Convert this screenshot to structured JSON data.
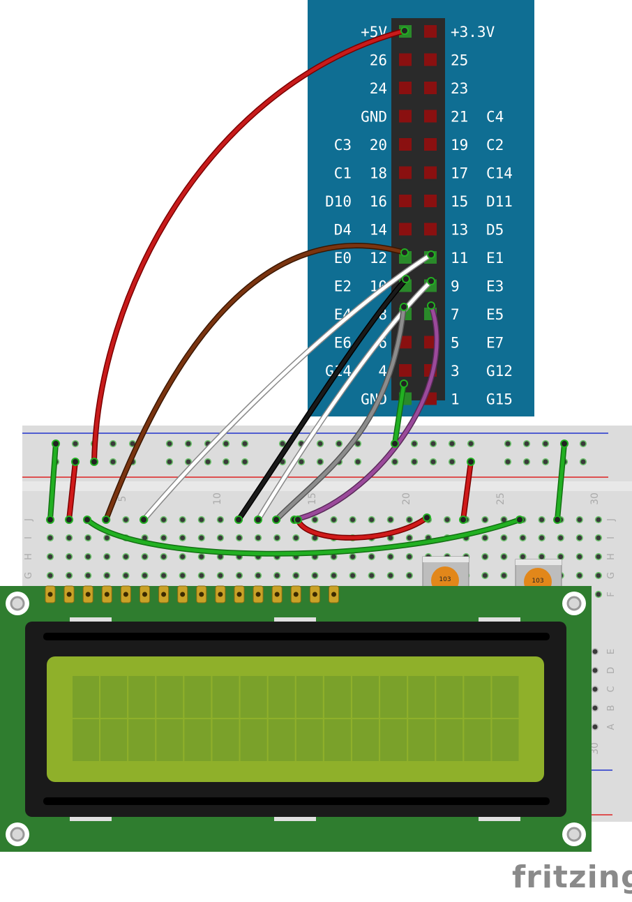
{
  "header": {
    "left_labels": [
      [
        "",
        "+5V"
      ],
      [
        "",
        "26"
      ],
      [
        "",
        "24"
      ],
      [
        "",
        "GND"
      ],
      [
        "C3",
        "20"
      ],
      [
        "C1",
        "18"
      ],
      [
        "D10",
        "16"
      ],
      [
        "D4",
        "14"
      ],
      [
        "E0",
        "12"
      ],
      [
        "E2",
        "10"
      ],
      [
        "E4",
        "8"
      ],
      [
        "E6",
        "6"
      ],
      [
        "G14",
        "4"
      ],
      [
        "",
        "GND"
      ]
    ],
    "right_labels": [
      [
        "+3.3V",
        ""
      ],
      [
        "25",
        ""
      ],
      [
        "23",
        ""
      ],
      [
        "21",
        "C4"
      ],
      [
        "19",
        "C2"
      ],
      [
        "17",
        "C14"
      ],
      [
        "15",
        "D11"
      ],
      [
        "13",
        "D5"
      ],
      [
        "11",
        "E1"
      ],
      [
        "9",
        "E3"
      ],
      [
        "7",
        "E5"
      ],
      [
        "5",
        "E7"
      ],
      [
        "3",
        "G12"
      ],
      [
        "1",
        "G15"
      ]
    ]
  },
  "breadboard": {
    "column_numbers": [
      "5",
      "10",
      "15",
      "20",
      "25",
      "30"
    ],
    "row_letters_top": [
      "J",
      "I",
      "H",
      "G",
      "F"
    ],
    "row_letters_side": [
      "E",
      "D",
      "C",
      "B",
      "A"
    ],
    "side_number": "30"
  },
  "potentiometers": [
    {
      "label": "103"
    },
    {
      "label": "103"
    }
  ],
  "lcd": {
    "columns": 16,
    "rows": 2,
    "pins": 16,
    "bezel_color": "#1a1a1a",
    "pcb_color": "#2f7d2f",
    "screen_color": "#8fb02a"
  },
  "wires": [
    {
      "name": "5v-wire",
      "color": "#c81b1b"
    },
    {
      "name": "pin12-wire",
      "color": "#7a3410"
    },
    {
      "name": "pin11-wire",
      "color": "#ffffff"
    },
    {
      "name": "pin10-wire",
      "color": "#1a1a1a"
    },
    {
      "name": "pin9-wire",
      "color": "#ffffff"
    },
    {
      "name": "pin8-wire",
      "color": "#8c8c8c"
    },
    {
      "name": "pin7-wire",
      "color": "#9b4a9b"
    },
    {
      "name": "gnd-wire",
      "color": "#22b022"
    }
  ],
  "watermark": "fritzing"
}
